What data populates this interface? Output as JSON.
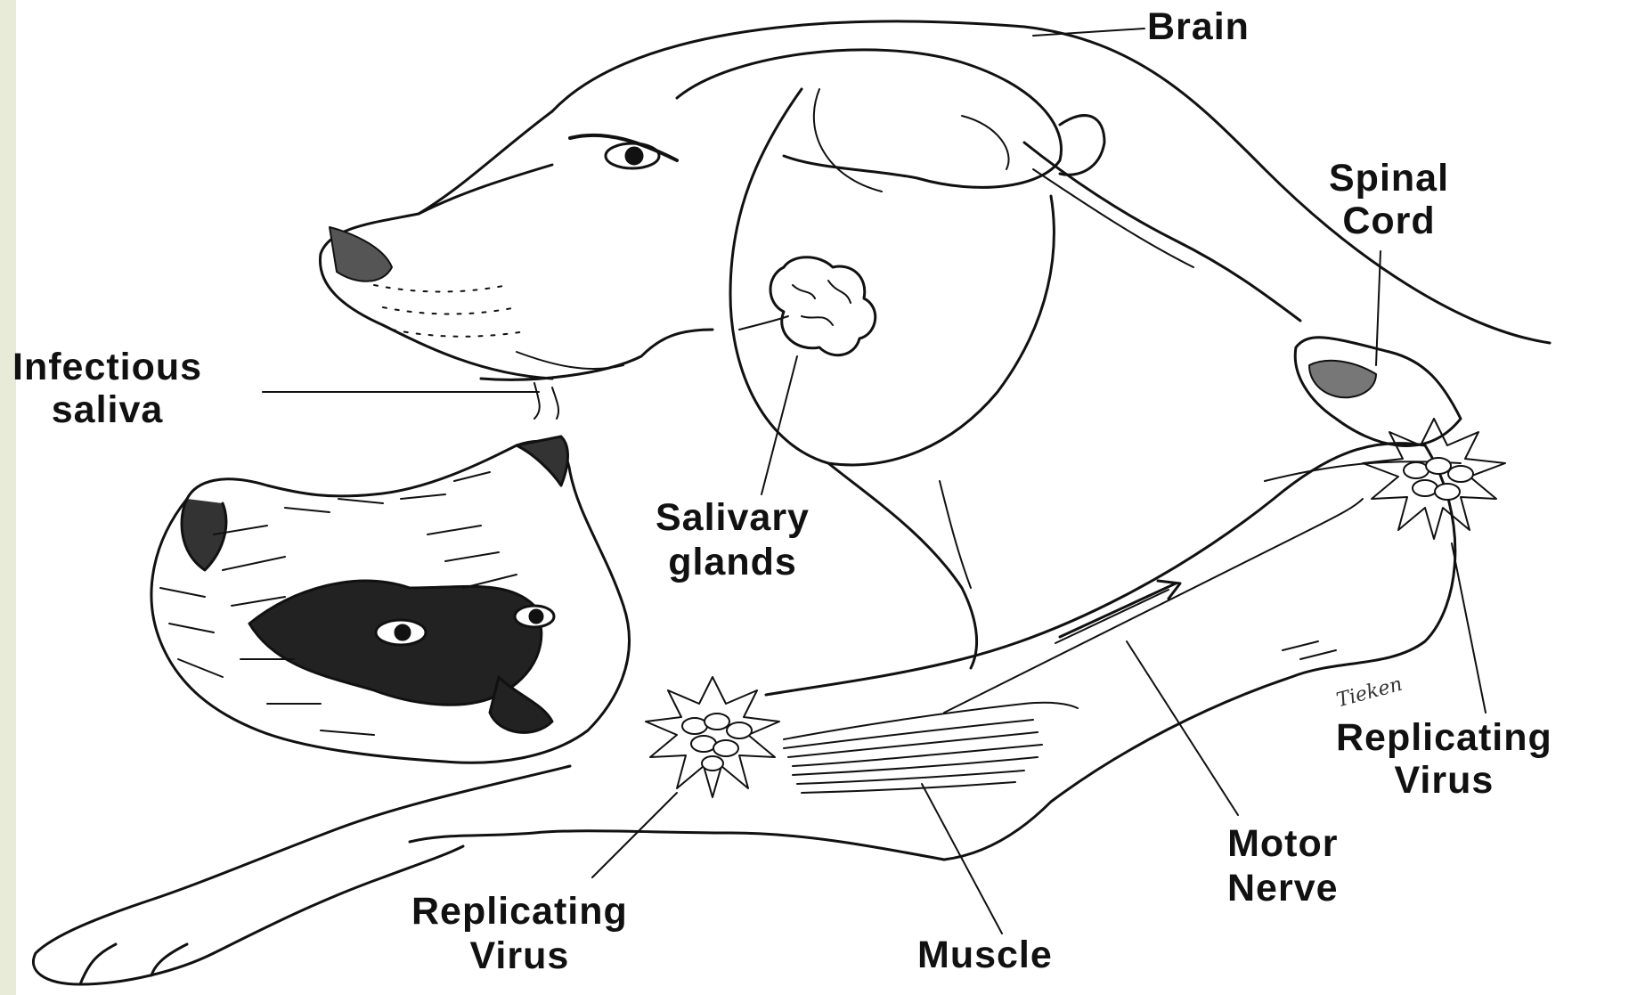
{
  "diagram": {
    "labels": {
      "brain": "Brain",
      "spinal_cord": [
        "Spinal",
        "Cord"
      ],
      "infectious_saliva": [
        "Infectious",
        "saliva"
      ],
      "salivary_glands": [
        "Salivary",
        "glands"
      ],
      "replicating_virus_right": [
        "Replicating",
        "Virus"
      ],
      "motor_nerve": [
        "Motor",
        "Nerve"
      ],
      "replicating_virus_bottom": [
        "Replicating",
        "Virus"
      ],
      "muscle": "Muscle"
    },
    "signature": "Tieken",
    "colors": {
      "ink": "#111111",
      "background": "#ffffff",
      "left_strip": "#e9ebd9"
    }
  }
}
